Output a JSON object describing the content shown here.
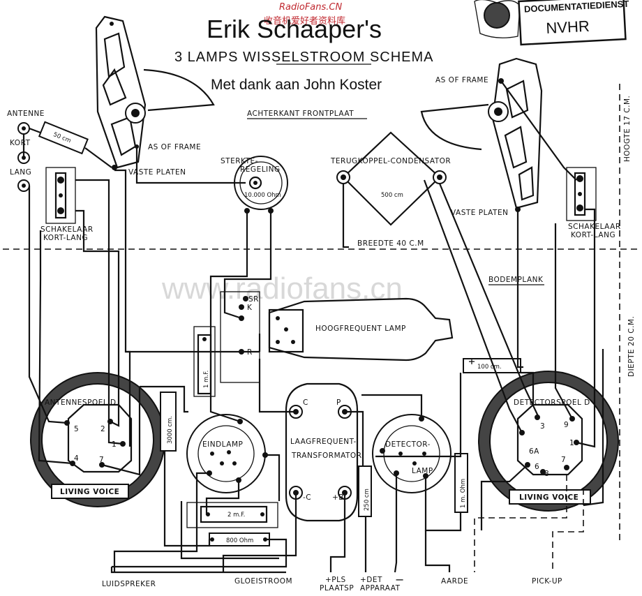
{
  "header": {
    "watermark_top": "RadioFans.CN",
    "watermark_top_cn": "收音机爱好者资料库",
    "title": "Erik  Schaaper's",
    "subtitle": "3 LAMPS WISSELSTROOM SCHEMA",
    "credit": "Met dank aan John Koster",
    "stamp_line1": "DOCUMENTATIEDIENST",
    "stamp_line2": "NVHR"
  },
  "watermark_center": "www.radiofans.cn",
  "labels": {
    "as_of_frame_left": "AS OF FRAME",
    "as_of_frame_right": "AS OF FRAME",
    "achterkant": "ACHTERKANT  FRONTPLAAT",
    "antenne": "ANTENNE",
    "kort": "KORT",
    "lang": "LANG",
    "fifty_cm": "50 cm",
    "vaste_platen_left": "VASTE PLATEN",
    "vaste_platen_right": "VASTE PLATEN",
    "sterkte_1": "STERKTE-",
    "sterkte_2": "REGELING",
    "ohm_10000": "10.000 Ohm",
    "terugkoppel": "TERUGKOPPEL-CONDENSATOR",
    "cm_500": "500 cm",
    "hoogte": "HOOGTE  17  C.M.",
    "schakelaar_left_1": "SCHAKELAAR",
    "schakelaar_left_2": "KORT-LANG",
    "schakelaar_right_1": "SCHAKELAAR",
    "schakelaar_right_2": "KORT-LANG",
    "breedte": "BREEDTE  40  C.M",
    "bodemplank": "BODEMPLANK",
    "diepte": "DIEPTE  20  C.M.",
    "hf_lamp": "HOOGFREQUENT LAMP",
    "sr": "SR",
    "k": "K",
    "r": "R",
    "mf_1": "1 m.F.",
    "cm_100": "100 cm.",
    "antennespoel": "ANTENNESPOEL  D",
    "detectorspoel": "DETECTORSPOEL  D",
    "cm_3000": "3000 cm.",
    "eindlamp": "EINDLAMP",
    "laagfreq_1": "LAAGFREQUENT-",
    "laagfreq_2": "TRANSFORMATOR",
    "detector_1": "DETECTOR-",
    "detector_2": "LAMP",
    "c": "C",
    "p": "P",
    "minus_c": "-C",
    "plus_b": "+B",
    "cm_250": "250 cm",
    "m_ohm_1": "1 m. Ohm",
    "living_voice_left": "LIVING VOICE",
    "living_voice_right": "LIVING VOICE",
    "mf_2": "2 m.F.",
    "ohm_800": "800 Ohm",
    "pin5": "5",
    "pin2": "2",
    "pin1": "1",
    "pin4": "4",
    "pin7": "7",
    "dpin3": "3",
    "dpin9": "9",
    "dpin6a": "6A",
    "dpin1": "1",
    "dpin6": "6",
    "dpin8": "8",
    "dpin7": "7"
  },
  "terminals": {
    "luidspreker": "LUIDSPREKER",
    "gloeistroom": "GLOEISTROOM",
    "plus_pls": "+PLS",
    "plaatsp": "PLAATSP",
    "plus_det": "+DET",
    "apparaat": "APPARAAT",
    "minus": "−",
    "aarde": "AARDE",
    "pick_up": "PICK-UP"
  }
}
